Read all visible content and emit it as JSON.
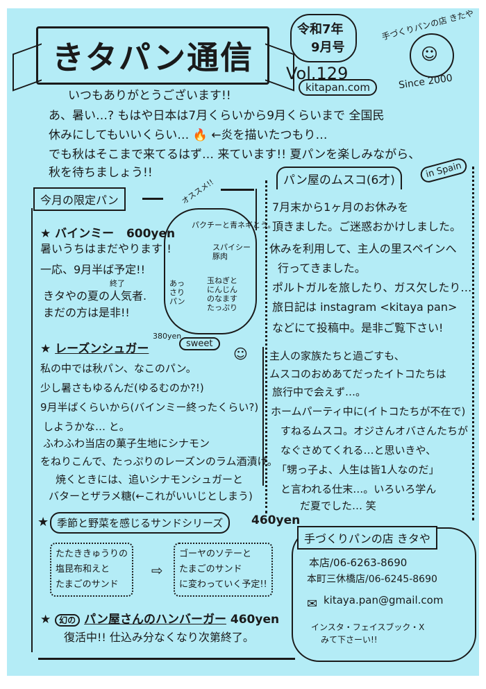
{
  "header": {
    "title": "きタパン通信",
    "issue_era": "令和7年",
    "issue_month": "9月号",
    "volume": "Vol.129",
    "website": "kitapan.com",
    "logo_text": "手づくりパンの店 きたや",
    "since": "Since 2000"
  },
  "intro": {
    "lines": [
      "いつもありがとうございます!!",
      "あ、暑い…? もはや日本は7月くらいから9月くらいまで 全国民",
      "休みにしてもいいくらい… 🔥 ←炎を描いたつもり…",
      "でも秋はそこまで来てるはず… 来ています!! 夏パンを楽しみながら、",
      "秋を待ちましょう!!"
    ]
  },
  "limited": {
    "heading": "今月の限定パン",
    "recommend": "オススメ!!",
    "items": [
      {
        "name": "バインミー",
        "price": "600yen",
        "lines": [
          "暑いうちはまだやります!!",
          "一応、9月半ば予定!!",
          "終了",
          "きタやの夏の人気者.",
          "まだの方は是非!!"
        ],
        "bubble": [
          "パクチーと青ネギとう。",
          "スパイシー豚肉",
          "あっさりパン",
          "玉ねぎとにんじんのなます たっぷり"
        ]
      },
      {
        "name": "レーズンシュガー",
        "price": "380yen",
        "tag": "sweet",
        "lines": [
          "私の中では秋パン、なこのパン。",
          "少し暑さもゆるんだ(ゆるむのか?!)",
          "9月半ばくらいから(バインミー終ったくらい?)",
          "しようかな… と。",
          "ふわふわ当店の菓子生地にシナモン",
          "をねりこんで、たっぷりのレーズンのラム酒漬け。",
          "焼くときには、追いシナモンシュガーと",
          "バターとザラメ糖(←これがいいじとしまう)"
        ]
      },
      {
        "name": "季節と野菜を感じるサンドシリーズ",
        "price": "460yen",
        "from": [
          "たたききゅうりの",
          "塩昆布和えと",
          "たまごのサンド"
        ],
        "to": [
          "ゴーヤのソテーと",
          "たまごのサンド",
          "に変わっていく予定!!"
        ]
      },
      {
        "badge": "幻の",
        "name": "パン屋さんのハンバーガー",
        "price": "460yen",
        "lines": [
          "復活中!! 仕込み分なくなり次第終了。"
        ]
      }
    ]
  },
  "son": {
    "heading": "パン屋のムスコ(6才)",
    "tag": "in Spain",
    "lines": [
      "7月末から1ヶ月のお休みを",
      "頂きました。ご迷惑おかけしました。",
      "休みを利用して、主人の里スペインへ",
      "行ってきました。",
      "ポルトガルを旅したり、ガス欠したり…",
      "旅日記は instagram <kitaya pan>",
      "などにて投稿中。是非ご覧下さい!"
    ],
    "lines2": [
      "主人の家族たちと過ごすも、",
      "ムスコのおめあてだったイトコたちは",
      "旅行中で会えず…。",
      "ホームパーティ中に(イトコたちが不在で)",
      "すねるムスコ。オジさんオバさんたちが",
      "なぐさめてくれる…と思いきや、",
      "「甥っ子よ、人生は皆1人なのだ」",
      "と言われる仕末…。いろいろ学ん",
      "だ夏でした… 笑"
    ]
  },
  "shop": {
    "heading": "手づくりパンの店 きタや",
    "main_store": "本店/06-6263-8690",
    "branch_store": "本町三休橋店/06-6245-8690",
    "email": "kitaya.pan@gmail.com",
    "sns_lines": [
      "インスタ・フェイスブック・X",
      "みて下さーい!!"
    ]
  }
}
